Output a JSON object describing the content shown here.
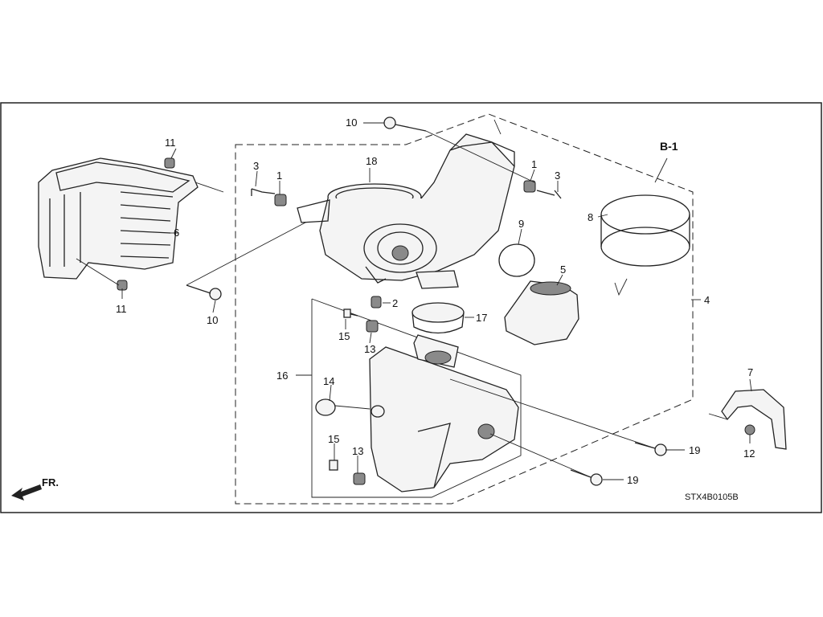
{
  "diagram_code": "STX4B0105B",
  "front_marker": "FR.",
  "reference_label": "B-1",
  "parts": [
    {
      "id": "p1a",
      "label": "1"
    },
    {
      "id": "p1b",
      "label": "1"
    },
    {
      "id": "p2",
      "label": "2"
    },
    {
      "id": "p3a",
      "label": "3"
    },
    {
      "id": "p3b",
      "label": "3"
    },
    {
      "id": "p4",
      "label": "4"
    },
    {
      "id": "p5",
      "label": "5"
    },
    {
      "id": "p6",
      "label": "6"
    },
    {
      "id": "p7",
      "label": "7"
    },
    {
      "id": "p8",
      "label": "8"
    },
    {
      "id": "p9",
      "label": "9"
    },
    {
      "id": "p10a",
      "label": "10"
    },
    {
      "id": "p10b",
      "label": "10"
    },
    {
      "id": "p11a",
      "label": "11"
    },
    {
      "id": "p11b",
      "label": "11"
    },
    {
      "id": "p12",
      "label": "12"
    },
    {
      "id": "p13a",
      "label": "13"
    },
    {
      "id": "p13b",
      "label": "13"
    },
    {
      "id": "p14",
      "label": "14"
    },
    {
      "id": "p15a",
      "label": "15"
    },
    {
      "id": "p15b",
      "label": "15"
    },
    {
      "id": "p16",
      "label": "16"
    },
    {
      "id": "p17",
      "label": "17"
    },
    {
      "id": "p18",
      "label": "18"
    },
    {
      "id": "p19a",
      "label": "19"
    },
    {
      "id": "p19b",
      "label": "19"
    }
  ]
}
